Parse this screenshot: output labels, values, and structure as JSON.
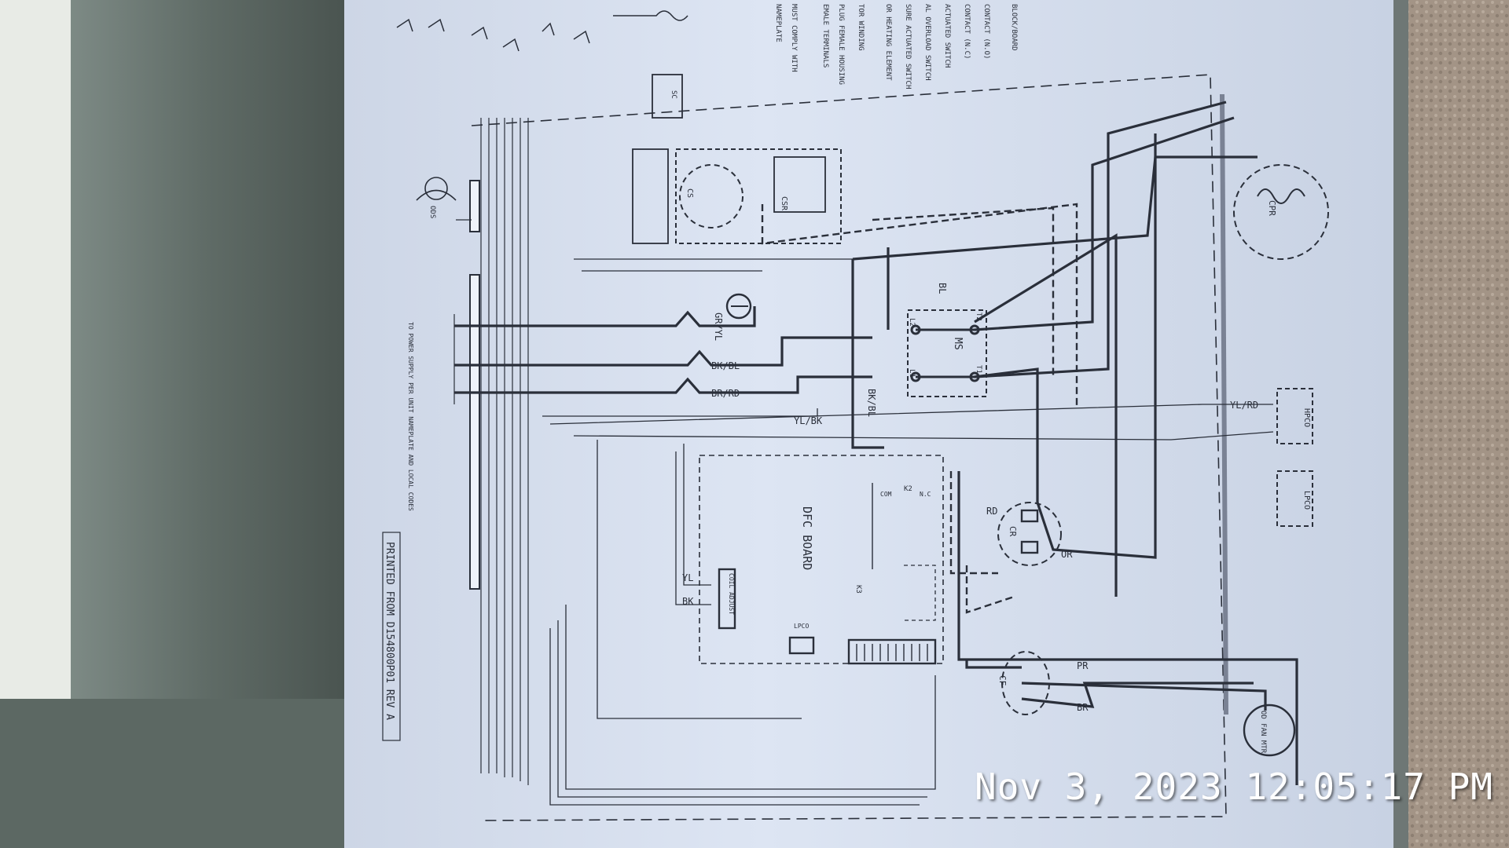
{
  "timestamp": "Nov 3, 2023 12:05:17 PM",
  "diagram": {
    "board_title": "DFC BOARD",
    "printed_from": "PRINTED FROM D154800P01 REV A",
    "power_note": "TO POWER SUPPLY PER UNIT NAMEPLATE AND LOCAL CODES",
    "coil_label": "COIL ADJUST",
    "lpco_label": "LPCO",
    "k2_label": "K2",
    "k2_com": "COM",
    "k2_nc": "N.C",
    "k3_label": "K3",
    "component_labels": {
      "ms": "MS",
      "cr": "CR",
      "cf": "CF",
      "cpr": "CPR",
      "od_fan": "OD FAN MTR",
      "hpco": "HPCO",
      "lpco_switch": "LPCO",
      "cs": "CS",
      "csr": "CSR",
      "ods": "ODS",
      "sc": "SC"
    },
    "terminals": {
      "l1": "L1",
      "l2": "L2",
      "t1": "T1",
      "t2": "T2"
    },
    "wire_labels": {
      "gr_yl": "GR/YL",
      "bk_bl": "BK/BL",
      "br_rd": "BR/RD",
      "yl_bk": "YL/BK",
      "yl_rd": "YL/RD",
      "rd": "RD",
      "or": "OR",
      "pr": "PR",
      "br": "BR",
      "bk": "BK",
      "bl": "BL",
      "yl": "YL",
      "bk_bl2": "BK/BL"
    },
    "legend_lines": [
      "BLOCK/BOARD",
      "CONTACT (N.O)",
      "CONTACT (N.C)",
      "ACTUATED SWITCH",
      "AL OVERLOAD SWITCH",
      "SURE ACTUATED SWITCH",
      "OR HEATING ELEMENT",
      "TOR WINDING",
      "PLUG FEMALE HOUSING",
      "EMALE TERMINALS",
      "MUST COMPLY WITH",
      "NAMEPLATE"
    ]
  }
}
